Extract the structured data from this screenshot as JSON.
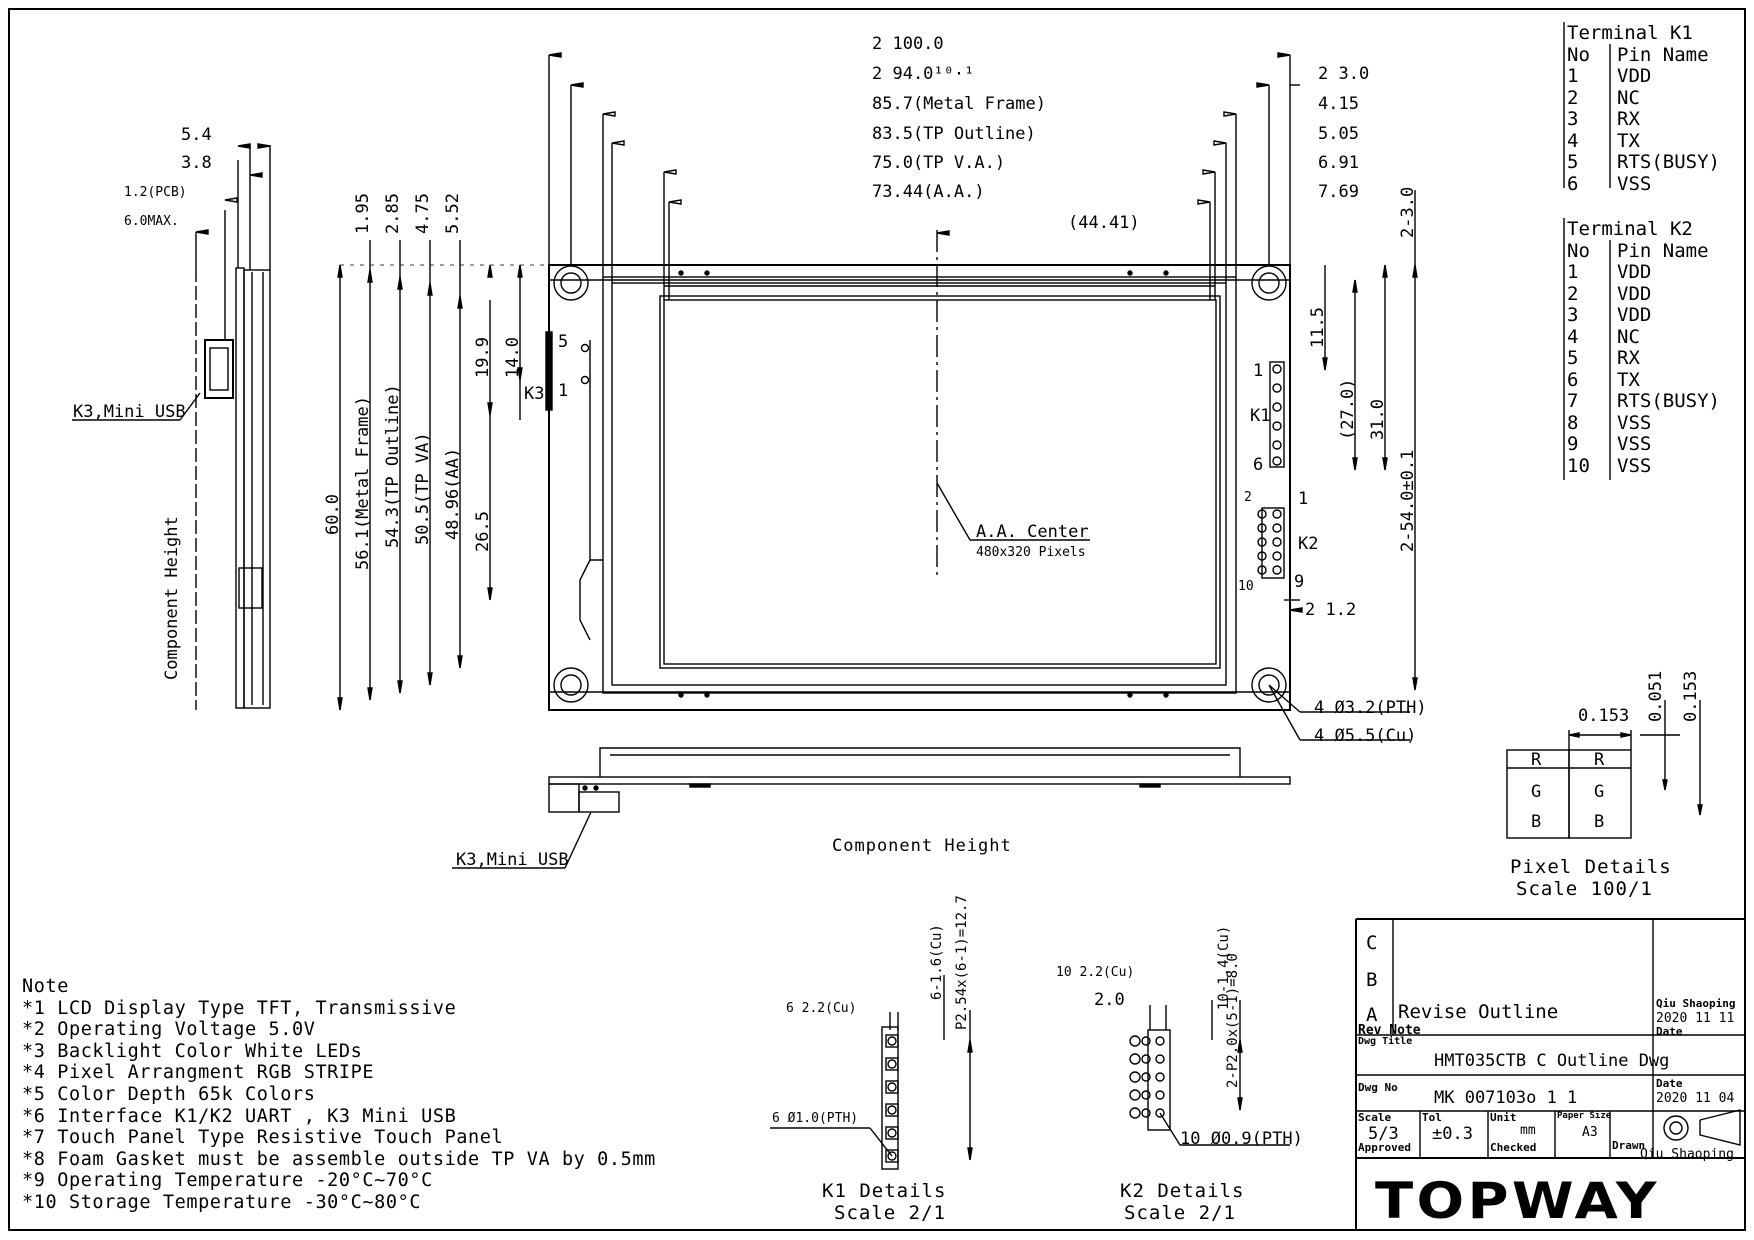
{
  "top_dims": [
    "2 100.0",
    "2 94.0¹⁰·¹",
    "85.7(Metal Frame)",
    "83.5(TP Outline)",
    "75.0(TP V.A.)",
    "73.44(A.A.)"
  ],
  "right_dims": [
    "2 3.0",
    "4.15",
    "5.05",
    "6.91",
    "7.69"
  ],
  "center_coord": "(44.41)",
  "side_dims": {
    "d54": "5.4",
    "d38": "3.8",
    "pcb": "1.2(PCB)",
    "max": "6.0MAX."
  },
  "vert_dims": [
    "1.95",
    "2.85",
    "4.75",
    "5.52",
    "60.0",
    "56.1(Metal Frame)",
    "54.3(TP Outline)",
    "50.5(TP VA)",
    "48.96(AA)",
    "26.5",
    "19.9",
    "14.0"
  ],
  "right_vert": [
    "2-3.0",
    "11.5",
    "(27.0)",
    "31.0",
    "2-54.0±0.1"
  ],
  "k3_label": "K3",
  "k3_pin5": "5",
  "k3_pin1": "1",
  "k1_label": "K1",
  "k1_pin1": "1",
  "k1_pin6": "6",
  "k2_label": "K2",
  "k2_pin1": "1",
  "k2_pin2": "2",
  "k2_pin9": "9",
  "k2_pin10": "10",
  "aa_center": "A.A. Center",
  "pixels": "480x320 Pixels",
  "dim_12": "2 1.2",
  "hole1": "4 Ø3.2(PTH)",
  "hole2": "4 Ø5.5(Cu)",
  "mini_usb": "K3,Mini USB",
  "mini_usb2": "K3,Mini USB",
  "comp_height": "Component Height",
  "comp_height_side": "Component Height",
  "terminal_k1": {
    "title": "Terminal K1",
    "header": [
      "No",
      "Pin Name"
    ],
    "rows": [
      [
        "1",
        "VDD"
      ],
      [
        "2",
        "NC"
      ],
      [
        "3",
        "RX"
      ],
      [
        "4",
        "TX"
      ],
      [
        "5",
        "RTS(BUSY)"
      ],
      [
        "6",
        "VSS"
      ]
    ]
  },
  "terminal_k2": {
    "title": "Terminal K2",
    "header": [
      "No",
      "Pin Name"
    ],
    "rows": [
      [
        "1",
        "VDD"
      ],
      [
        "2",
        "VDD"
      ],
      [
        "3",
        "VDD"
      ],
      [
        "4",
        "NC"
      ],
      [
        "5",
        "RX"
      ],
      [
        "6",
        "TX"
      ],
      [
        "7",
        "RTS(BUSY)"
      ],
      [
        "8",
        "VSS"
      ],
      [
        "9",
        "VSS"
      ],
      [
        "10",
        "VSS"
      ]
    ]
  },
  "pixel_details": {
    "title": "Pixel Details",
    "scale": "Scale 100/1",
    "d1": "0.153",
    "d2": "0.051",
    "d3": "0.153",
    "rgb": [
      "R",
      "G",
      "B"
    ]
  },
  "k1_details": {
    "title": "K1 Details",
    "scale": "Scale 2/1",
    "cu": "6 2.2(Cu)",
    "pitch": "P2.54x(6-1)=12.7",
    "len": "6-1.6(Cu)",
    "hole": "6 Ø1.0(PTH)"
  },
  "k2_details": {
    "title": "K2 Details",
    "scale": "Scale 2/1",
    "cu": "10 2.2(Cu)",
    "d20": "2.0",
    "len": "10-1.4(Cu)",
    "pitch": "2-P2.0x(5-1)=8.0",
    "hole": "10 Ø0.9(PTH)"
  },
  "notes": [
    "Note",
    "*1  LCD Display Type   TFT, Transmissive",
    "*2  Operating Voltage   5.0V",
    "*3  Backlight Color   White LEDs",
    "*4  Pixel Arrangment   RGB STRIPE",
    "*5  Color Depth   65k Colors",
    "*6  Interface   K1/K2 UART , K3 Mini USB",
    "*7  Touch Panel Type   Resistive Touch Panel",
    "*8  Foam Gasket must be assemble outside TP VA by 0.5mm",
    "*9  Operating Temperature   -20°C~70°C",
    "*10  Storage Temperature   -30°C~80°C"
  ],
  "title_block": {
    "rev_c": "C",
    "rev_b": "B",
    "rev_a": "A",
    "revise": "Revise Outline",
    "rev_note": "Rev Note",
    "drawer1": "Qiu Shaoping",
    "date1": "2020 11 11",
    "date_label": "Date",
    "dwg_title_label": "Dwg Title",
    "dwg_title": "HMT035CTB C Outline Dwg",
    "dwg_no_label": "Dwg No",
    "dwg_no": "MK 007103o 1 1",
    "date_label2": "Date",
    "date2": "2020 11 04",
    "scale_label": "Scale",
    "scale": "5/3",
    "tol_label": "Tol",
    "tol": "±0.3",
    "unit_label": "Unit",
    "unit": "mm",
    "paper_label": "Paper Size",
    "paper": "A3",
    "approved": "Approved",
    "checked": "Checked",
    "drawn_label": "Drawn",
    "drawn": "Qiu Shaoping",
    "company": "TOPWAY"
  }
}
